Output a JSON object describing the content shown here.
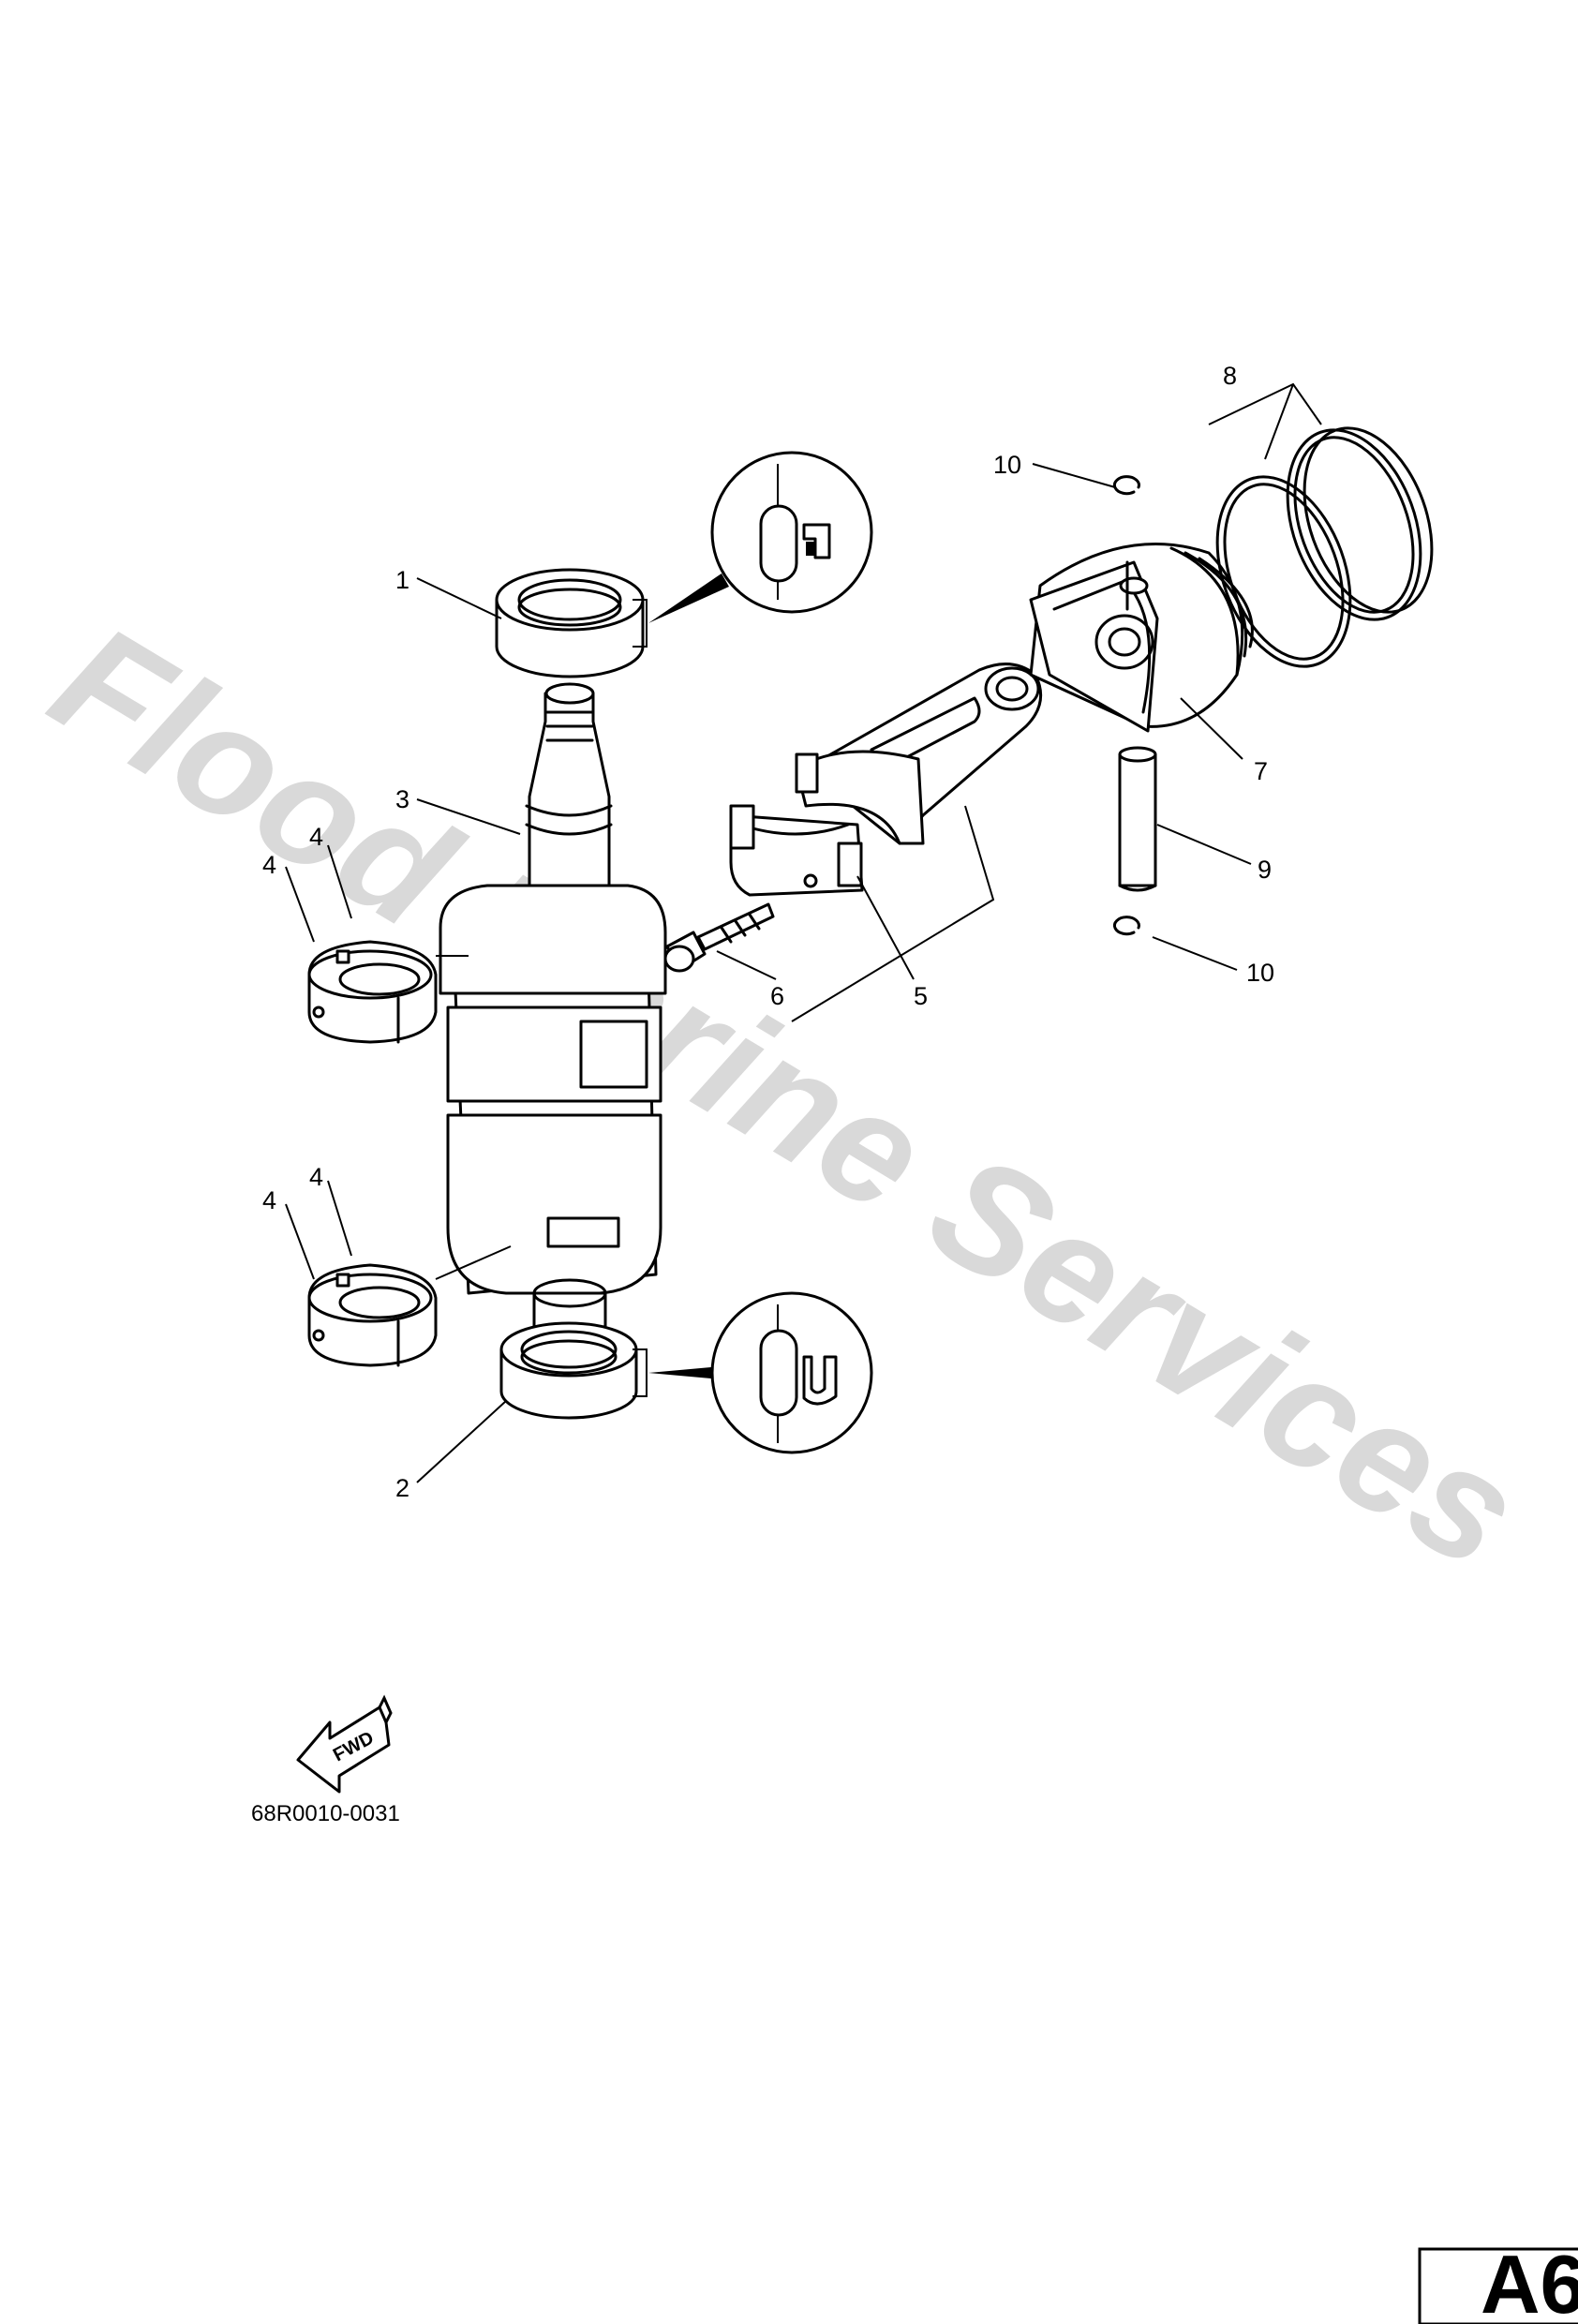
{
  "watermark": "Flood Marine Services",
  "drawing_code": "68R0010-0031",
  "page_tag": "A6",
  "fwd_label": "FWD",
  "callouts": {
    "oil_seal_upper": "1",
    "oil_seal_lower": "2",
    "crankshaft": "3",
    "bearing_upper_a": "4",
    "bearing_upper_b": "4",
    "bearing_lower_a": "4",
    "bearing_lower_b": "4",
    "connecting_rod_kit": "5",
    "rod_bolt": "6",
    "piston": "7",
    "piston_rings": "8",
    "piston_pin": "9",
    "clip_upper": "10",
    "clip_lower": "10"
  }
}
